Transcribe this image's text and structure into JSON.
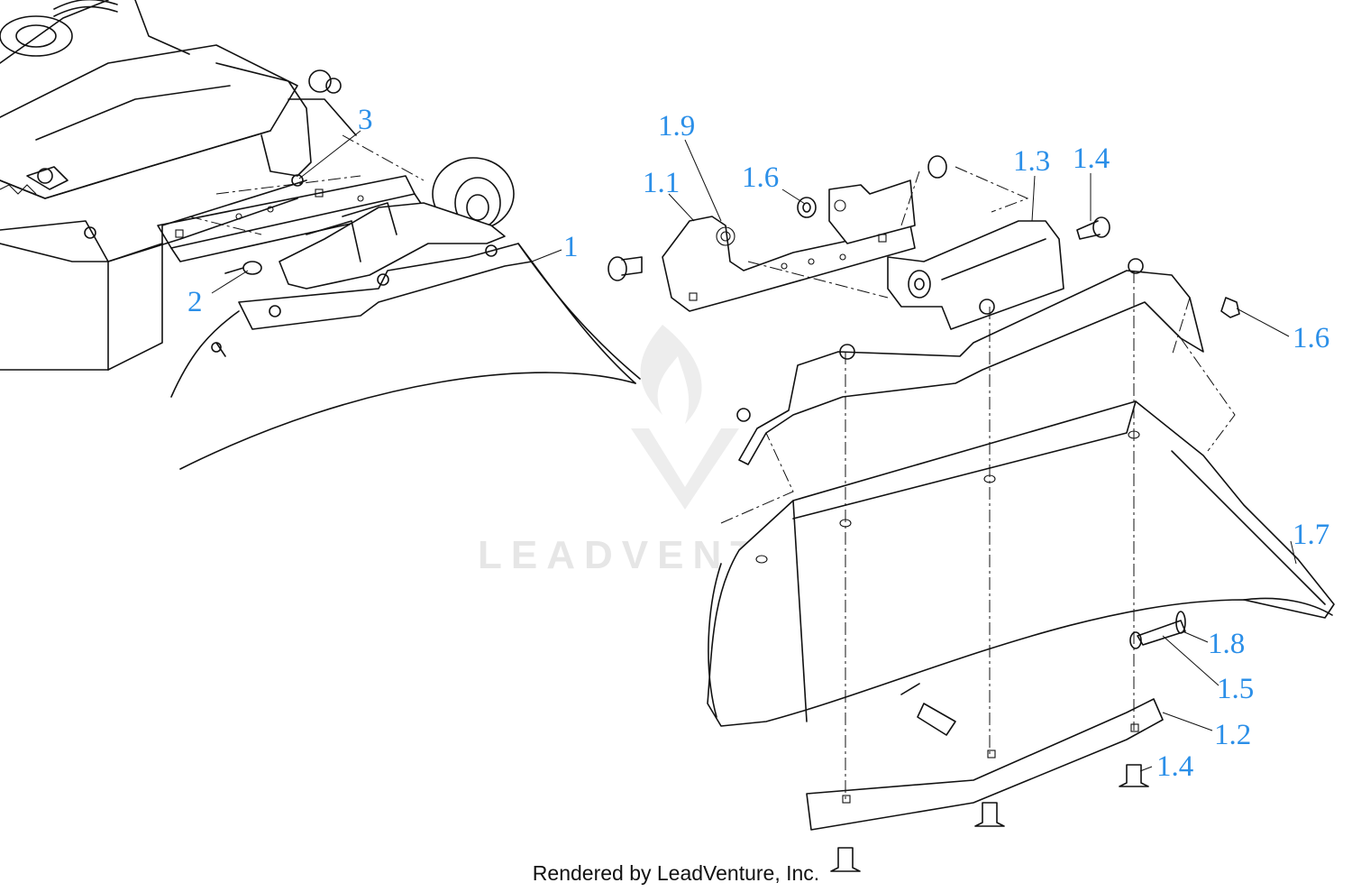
{
  "watermark": {
    "brand": "LEADVENTURE"
  },
  "footer": {
    "credit": "Rendered by LeadVenture, Inc."
  },
  "callouts": {
    "c1": "1",
    "c2": "2",
    "c3": "3",
    "c1_1": "1.1",
    "c1_2": "1.2",
    "c1_3": "1.3",
    "c1_4a": "1.4",
    "c1_4b": "1.4",
    "c1_5": "1.5",
    "c1_6a": "1.6",
    "c1_6b": "1.6",
    "c1_7": "1.7",
    "c1_8": "1.8",
    "c1_9": "1.9"
  },
  "colors": {
    "callout": "#2b8fe8",
    "line": "#111111",
    "watermark": "#e6e6e6"
  }
}
